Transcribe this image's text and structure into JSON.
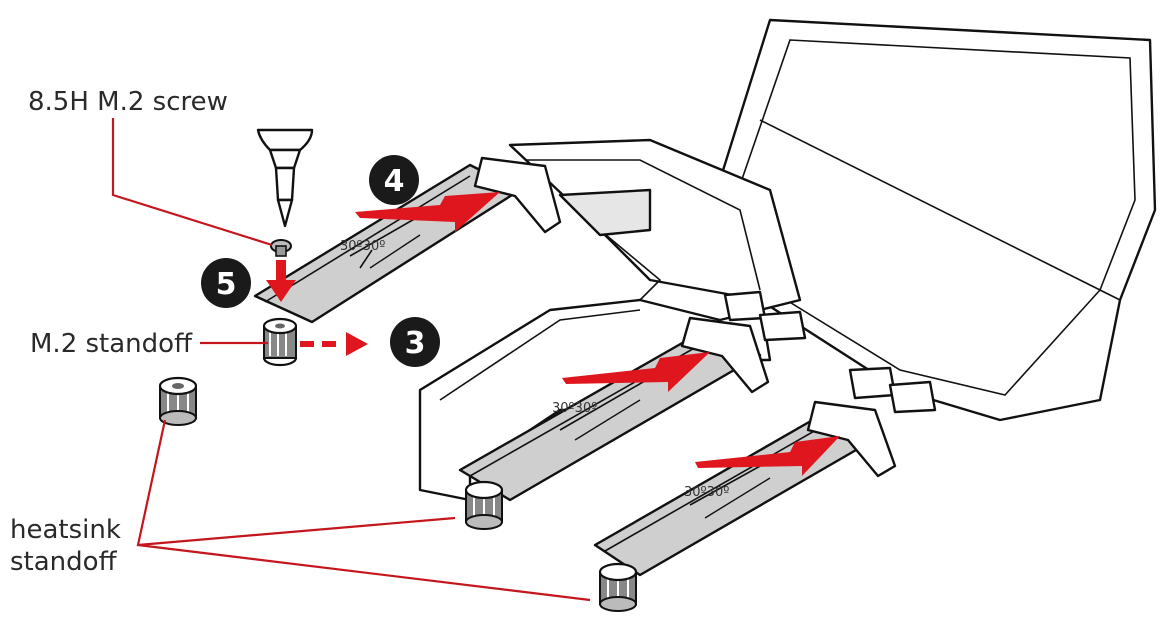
{
  "labels": {
    "screw": "8.5H M.2 screw",
    "m2_standoff": "M.2 standoff",
    "heatsink_line1": "heatsink",
    "heatsink_line2": "standoff"
  },
  "steps": {
    "step3": "3",
    "step4": "4",
    "step5": "5"
  },
  "angles": {
    "top": "30º30º",
    "middle": "30º30º",
    "bottom": "30º30º"
  },
  "colors": {
    "leader": "#c4161c",
    "arrow": "#e0161e",
    "badge": "#1a1a1a",
    "ssd": "#cfcfcf"
  },
  "icons": [
    "screwdriver-icon",
    "screw-icon",
    "standoff-icon"
  ]
}
